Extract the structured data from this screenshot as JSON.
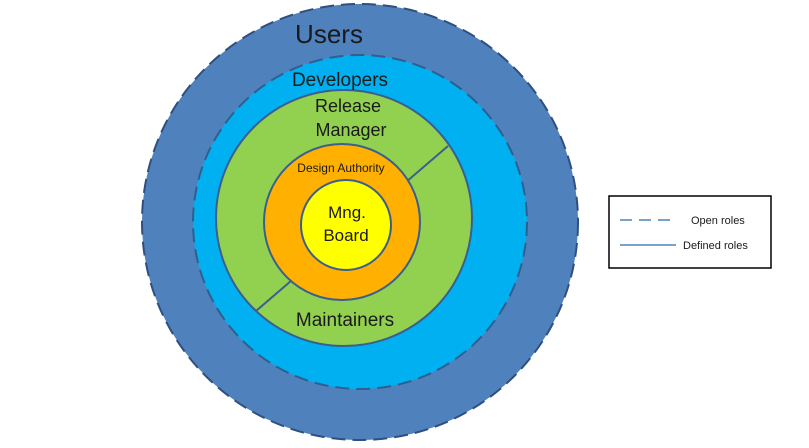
{
  "rings": {
    "users": {
      "label": "Users",
      "color": "#4F81BD",
      "border": "dashed"
    },
    "developers": {
      "label": "Developers",
      "color": "#00B0F0",
      "border": "dashed"
    },
    "release_manager": {
      "label_line1": "Release",
      "label_line2": "Manager",
      "color": "#92D050",
      "border": "solid"
    },
    "maintainers": {
      "label": "Maintainers",
      "color": "#92D050",
      "border": "solid"
    },
    "design_authority": {
      "label": "Design Authority",
      "color": "#FFB000",
      "border": "solid"
    },
    "mng_board": {
      "label_line1": "Mng.",
      "label_line2": "Board",
      "color": "#FFFF00",
      "border": "solid"
    }
  },
  "legend": {
    "open_roles": "Open roles",
    "defined_roles": "Defined roles"
  },
  "colors": {
    "outline": "#3A5F8F"
  }
}
